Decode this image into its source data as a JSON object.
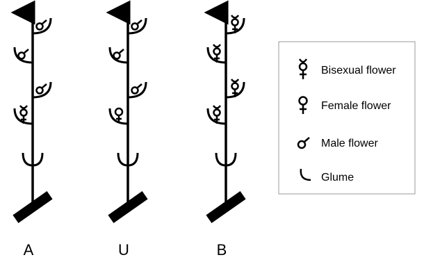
{
  "diagram": {
    "columns": [
      {
        "label": "A",
        "nodes": [
          {
            "side": "left",
            "flower": "none"
          },
          {
            "side": "left",
            "flower": "bisexual"
          },
          {
            "side": "right",
            "flower": "male"
          },
          {
            "side": "left",
            "flower": "male"
          },
          {
            "side": "right",
            "flower": "male"
          }
        ]
      },
      {
        "label": "U",
        "nodes": [
          {
            "side": "left",
            "flower": "none"
          },
          {
            "side": "left",
            "flower": "female"
          },
          {
            "side": "right",
            "flower": "male"
          },
          {
            "side": "left",
            "flower": "male"
          },
          {
            "side": "right",
            "flower": "male"
          }
        ]
      },
      {
        "label": "B",
        "nodes": [
          {
            "side": "left",
            "flower": "none"
          },
          {
            "side": "left",
            "flower": "bisexual"
          },
          {
            "side": "right",
            "flower": "bisexual"
          },
          {
            "side": "left",
            "flower": "bisexual"
          },
          {
            "side": "right",
            "flower": "bisexual"
          }
        ]
      }
    ],
    "legend": {
      "items": [
        {
          "icon": "bisexual-flower-icon",
          "label": "Bisexual flower"
        },
        {
          "icon": "female-flower-icon",
          "label": "Female flower"
        },
        {
          "icon": "male-flower-icon",
          "label": "Male flower"
        },
        {
          "icon": "glume-icon",
          "label": "Glume"
        }
      ]
    }
  }
}
